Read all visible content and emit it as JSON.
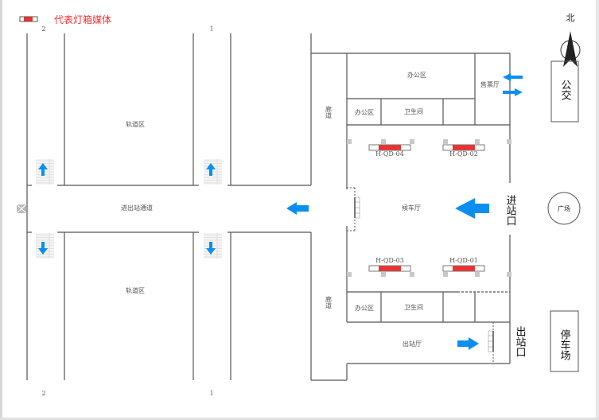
{
  "legend": {
    "label": "代表灯箱媒体",
    "media_color": "#f03030"
  },
  "track_numbers": {
    "top_left": "2",
    "top_right": "1",
    "bottom_left": "2",
    "bottom_right": "1"
  },
  "areas": {
    "track_top": "轨道区",
    "track_bottom": "轨道区",
    "passage": "进出站通道",
    "corridor_top": "廊道",
    "corridor_bottom": "廊道",
    "office_main": "办公区",
    "office_small_top": "办公区",
    "restroom_top": "卫生间",
    "ticket_hall": "售票厅",
    "waiting_hall": "候车厅",
    "office_small_bottom": "办公区",
    "restroom_bottom": "卫生间",
    "exit_hall": "出站厅"
  },
  "entrances": {
    "entry": "进站口",
    "exit": "出站口"
  },
  "outside": {
    "north": "北",
    "bus": "公交",
    "plaza": "广场",
    "parking": "停车场"
  },
  "lightboxes": [
    {
      "id": "H-QD-04"
    },
    {
      "id": "H-QD-02"
    },
    {
      "id": "H-QD-03"
    },
    {
      "id": "H-QD-01"
    }
  ],
  "colors": {
    "arrow": "#0a8ff0",
    "wall": "#555555",
    "media": "#f03030"
  }
}
